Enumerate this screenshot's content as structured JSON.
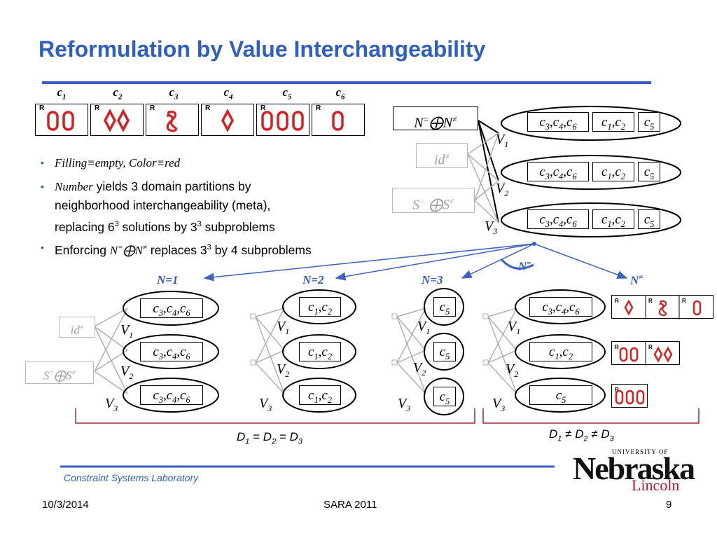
{
  "title": "Reformulation by Value Interchangeability",
  "cards": [
    {
      "label": "c",
      "sub": "1",
      "shape": "oval",
      "count": 2
    },
    {
      "label": "c",
      "sub": "2",
      "shape": "diamond",
      "count": 2
    },
    {
      "label": "c",
      "sub": "3",
      "shape": "squiggle",
      "count": 1
    },
    {
      "label": "c",
      "sub": "4",
      "shape": "diamond",
      "count": 1
    },
    {
      "label": "c",
      "sub": "5",
      "shape": "oval",
      "count": 3
    },
    {
      "label": "c",
      "sub": "6",
      "shape": "oval",
      "count": 1
    }
  ],
  "card_corner": "R",
  "bullets": {
    "b1": {
      "filling": "Filling",
      "eq1": "≡",
      "empty": "empty",
      "comma": ", ",
      "color": "Color",
      "eq2": "≡",
      "red": "red"
    },
    "b2": {
      "number": "Number",
      "line1_rest": " yields 3 domain partitions by",
      "line2": "neighborhood interchangeability (meta),",
      "line3_a": "replacing 6",
      "line3_sup1": "3",
      "line3_b": " solutions by 3",
      "line3_sup2": "3",
      "line3_c": " subproblems"
    },
    "b3": {
      "a": "Enforcing ",
      "n": "N",
      "eq": "=",
      "oplus": "⨁",
      "n2": "N",
      "neq": "≠",
      "b": " replaces 3",
      "sup": "3",
      "c": " by 4 subproblems"
    }
  },
  "top_diagram": {
    "n_box": {
      "n": "N",
      "eq": "=",
      "oplus": "⨁",
      "n2": "N",
      "neq": "≠"
    },
    "id_box": {
      "id": "id",
      "neq": "≠"
    },
    "s_box": {
      "s": "S",
      "eq": "=",
      "oplus": " ⨁",
      "s2": "S",
      "neq": "≠"
    },
    "v_labels": [
      {
        "v": "V",
        "sub": "1"
      },
      {
        "v": "V",
        "sub": "2"
      },
      {
        "v": "V",
        "sub": "3"
      }
    ],
    "partition": [
      {
        "items": [
          "c3",
          "c4",
          "c6"
        ]
      },
      {
        "items": [
          "c1",
          "c2"
        ]
      },
      {
        "items": [
          "c5"
        ]
      }
    ]
  },
  "branch_labels": {
    "n_eq": {
      "n": "N",
      "eq": "="
    },
    "n1": "N=1",
    "n2": "N=2",
    "n3": "N=3",
    "n_neq": {
      "n": "N",
      "neq": "≠"
    }
  },
  "sub_panels": {
    "p1": {
      "id": {
        "id": "id",
        "neq": "≠"
      },
      "s": {
        "s": "S",
        "eq": "=",
        "oplus": "⨁",
        "s2": "S",
        "neq": "≠"
      }
    },
    "v": {
      "v": "V",
      "s1": "1",
      "s2": "2",
      "s3": "3"
    }
  },
  "bottom_labels": {
    "left": {
      "d": "D",
      "s1": "1",
      "eq1": " = ",
      "s2": "2",
      "eq2": " = ",
      "s3": "3"
    },
    "right": {
      "d": "D",
      "s1": "1",
      "neq1": " ≠ ",
      "s2": "2",
      "neq2": " ≠ ",
      "s3": "3"
    }
  },
  "footer": {
    "lab": "Constraint Systems Laboratory",
    "date": "10/3/2014",
    "conf": "SARA 2011",
    "page": "9"
  },
  "logo": {
    "univ": "UNIVERSITY OF",
    "main": "Nebraska",
    "sub": "Lincoln"
  },
  "colors": {
    "accent": "#2f5fc0",
    "card_red": "#d42020",
    "gray": "#b0b0b0",
    "logo_red": "#c8102e"
  }
}
